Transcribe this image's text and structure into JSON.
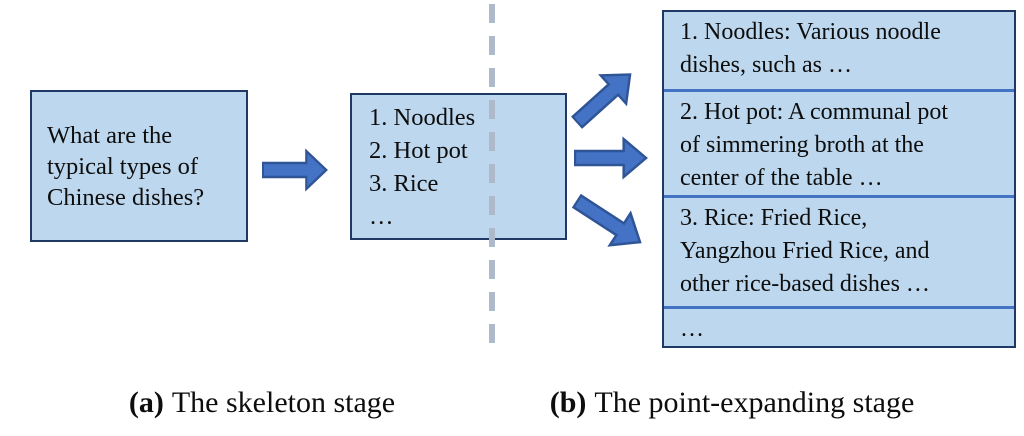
{
  "colors": {
    "box_fill": "#BDD7EE",
    "box_border": "#1F3864",
    "expansion_separator": "#4472C4",
    "arrow_fill": "#4472C4",
    "arrow_stroke": "#2F5597",
    "dashed_divider": "#AEB9CA",
    "text": "#0d0d0d"
  },
  "question_box": {
    "text": "What are the\ntypical types of\nChinese dishes?"
  },
  "skeleton_box": {
    "text": "1. Noodles\n2. Hot pot\n3. Rice\n…"
  },
  "expansion_boxes": [
    {
      "text": "1. Noodles: Various noodle\ndishes, such as …"
    },
    {
      "text": "2. Hot pot: A communal pot\nof simmering broth at the\ncenter of the table …"
    },
    {
      "text": "3. Rice: Fried Rice,\nYangzhou Fried Rice, and\nother rice-based dishes …"
    },
    {
      "text": "…"
    }
  ],
  "captions": {
    "a_label": "(a)",
    "a_text": "The skeleton stage",
    "b_label": "(b)",
    "b_text": "The point-expanding stage"
  },
  "icons": {
    "flow_arrow": "right-block-arrow",
    "expand_arrows": [
      "up-right-block-arrow",
      "right-block-arrow",
      "down-right-block-arrow"
    ]
  }
}
